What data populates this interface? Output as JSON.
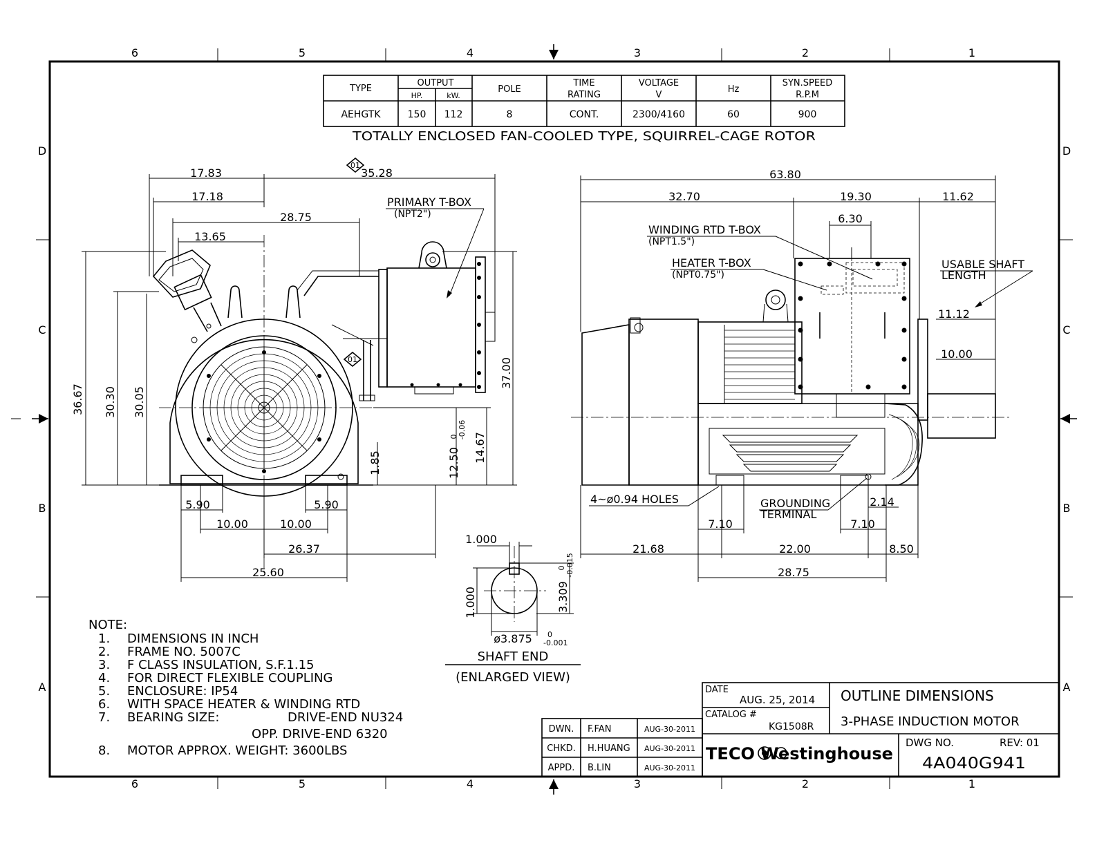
{
  "zones": {
    "cols": [
      "6",
      "5",
      "4",
      "3",
      "2",
      "1"
    ],
    "rows": [
      "D",
      "C",
      "B",
      "A"
    ]
  },
  "spec_table": {
    "headers": {
      "type": "TYPE",
      "output": "OUTPUT",
      "hp": "HP.",
      "kw": "kW.",
      "pole": "POLE",
      "time_1": "TIME",
      "time_2": "RATING",
      "voltage_1": "VOLTAGE",
      "voltage_2": "V",
      "hz": "Hz",
      "speed_1": "SYN.SPEED",
      "speed_2": "R.P.M"
    },
    "row": {
      "type": "AEHGTK",
      "hp": "150",
      "kw": "112",
      "pole": "8",
      "time": "CONT.",
      "voltage": "2300/4160",
      "hz": "60",
      "speed": "900"
    },
    "caption": "TOTALLY ENCLOSED FAN-COOLED TYPE, SQUIRREL-CAGE ROTOR"
  },
  "front_view": {
    "rev_mark": "01",
    "dims": {
      "d1783": "17.83",
      "d3528": "35.28",
      "d1718": "17.18",
      "d2875": "28.75",
      "d1365": "13.65",
      "d3667": "36.67",
      "d3030": "30.30",
      "d3005": "30.05",
      "d3700": "37.00",
      "d1467": "14.67",
      "d1250": "12.50",
      "d1250_tol_upper": "0",
      "d1250_tol_lower": "-0.06",
      "d185": "1.85",
      "d590a": "5.90",
      "d590b": "5.90",
      "d1000a": "10.00",
      "d1000b": "10.00",
      "d2637": "26.37",
      "d2560": "25.60"
    },
    "primary_tbox_1": "PRIMARY T-BOX",
    "primary_tbox_2": "(NPT2\")"
  },
  "side_view": {
    "dims": {
      "d6380": "63.80",
      "d3270": "32.70",
      "d1930": "19.30",
      "d1162": "11.62",
      "d630": "6.30",
      "d1112": "11.12",
      "d1000": "10.00",
      "d710a": "7.10",
      "d710b": "7.10",
      "d214": "2.14",
      "d2168": "21.68",
      "d2200": "22.00",
      "d850": "8.50",
      "d2875": "28.75"
    },
    "winding_1": "WINDING RTD T-BOX",
    "winding_2": "(NPT1.5\")",
    "heater_1": "HEATER T-BOX",
    "heater_2": "(NPT0.75\")",
    "usable_1": "USABLE SHAFT",
    "usable_2": "LENGTH",
    "holes": "4~ø0.94 HOLES",
    "grounding_1": "GROUNDING",
    "grounding_2": "TERMINAL"
  },
  "shaft_end": {
    "d1000_top": "1.000",
    "d1000_side": "1.000",
    "d3309": "3.309",
    "d3309_tol_upper": "0",
    "d3309_tol_lower": "-0.015",
    "dia": "ø3.875",
    "dia_tol_upper": "0",
    "dia_tol_lower": "-0.001",
    "title": "SHAFT END",
    "subtitle": "(ENLARGED VIEW)"
  },
  "notes": {
    "heading": "NOTE:",
    "items": [
      {
        "num": "1.",
        "text": "DIMENSIONS IN INCH"
      },
      {
        "num": "2.",
        "text": "FRAME NO. 5007C"
      },
      {
        "num": "3.",
        "text": "F CLASS INSULATION, S.F.1.15"
      },
      {
        "num": "4.",
        "text": "FOR DIRECT FLEXIBLE COUPLING"
      },
      {
        "num": "5.",
        "text": "ENCLOSURE: IP54"
      },
      {
        "num": "6.",
        "text": "WITH SPACE HEATER & WINDING RTD"
      },
      {
        "num": "7.",
        "text": "BEARING SIZE:"
      },
      {
        "num": "8.",
        "text": "MOTOR APPROX. WEIGHT: 3600LBS"
      }
    ],
    "bearing_de": "DRIVE-END  NU324",
    "bearing_ode": "OPP. DRIVE-END  6320"
  },
  "signoff": {
    "rows": [
      {
        "role": "DWN.",
        "name": "F.FAN",
        "date": "AUG-30-2011"
      },
      {
        "role": "CHKD.",
        "name": "H.HUANG",
        "date": "AUG-30-2011"
      },
      {
        "role": "APPD.",
        "name": "B.LIN",
        "date": "AUG-30-2011"
      }
    ]
  },
  "title_block": {
    "date_label": "DATE",
    "date_value": "AUG. 25, 2014",
    "catalog_label": "CATALOG #",
    "catalog_value": "KG1508R",
    "title_1": "OUTLINE   DIMENSIONS",
    "title_2": "3-PHASE INDUCTION MOTOR",
    "logo_text": "TECO Westinghouse",
    "dwg_label": "DWG NO.",
    "rev_label": "REV: 01",
    "dwg_number": "4A040G941"
  },
  "colors": {
    "ink": "#000000",
    "paper": "#ffffff"
  }
}
